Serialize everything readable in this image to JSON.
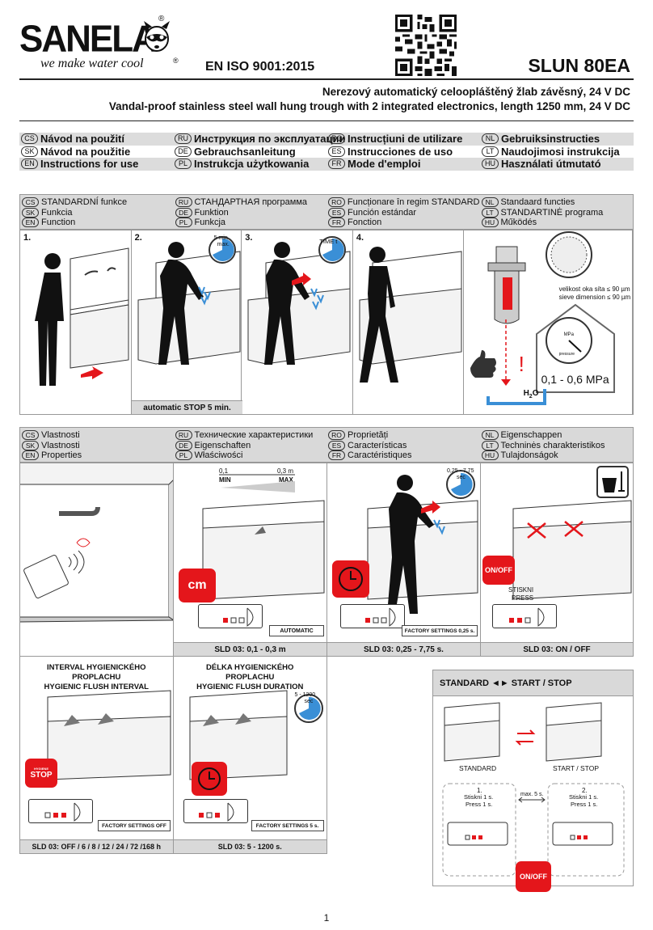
{
  "header": {
    "logo_text": "SANELA",
    "logo_tag": "we make water cool",
    "reg": "®",
    "iso": "EN ISO 9001:2015",
    "model": "SLUN 80EA",
    "sub_cs": "Nerezový automatický celoopláštěný žlab závěsný, 24 V DC",
    "sub_en": "Vandal-proof stainless steel wall hung trough with 2 integrated electronics, length 1250 mm, 24 V DC"
  },
  "languages": [
    [
      {
        "code": "CS",
        "label": "Návod na použití"
      },
      {
        "code": "RU",
        "label": "Инструкция по эксплуатации"
      },
      {
        "code": "RO",
        "label": "Instrucțiuni de utilizare"
      },
      {
        "code": "NL",
        "label": "Gebruiksinstructies"
      }
    ],
    [
      {
        "code": "SK",
        "label": "Návod na použitie"
      },
      {
        "code": "DE",
        "label": "Gebrauchsanleitung"
      },
      {
        "code": "ES",
        "label": "Instrucciones de uso"
      },
      {
        "code": "LT",
        "label": "Naudojimosi instrukcija"
      }
    ],
    [
      {
        "code": "EN",
        "label": "Instructions for use"
      },
      {
        "code": "PL",
        "label": "Instrukcja użytkowania"
      },
      {
        "code": "FR",
        "label": "Mode d'emploi"
      },
      {
        "code": "HU",
        "label": "Használati útmutató"
      }
    ]
  ],
  "function_head": [
    [
      {
        "code": "CS",
        "label": "STANDARDNÍ funkce"
      },
      {
        "code": "RU",
        "label": "СТАНДАРТНАЯ программа"
      },
      {
        "code": "RO",
        "label": "Funcționare în regim STANDARD"
      },
      {
        "code": "NL",
        "label": "Standaard functies"
      }
    ],
    [
      {
        "code": "SK",
        "label": "Funkcia"
      },
      {
        "code": "DE",
        "label": "Funktion"
      },
      {
        "code": "ES",
        "label": "Función estándar"
      },
      {
        "code": "LT",
        "label": "STANDARTINĖ programa"
      }
    ],
    [
      {
        "code": "EN",
        "label": "Function"
      },
      {
        "code": "PL",
        "label": "Funkcja"
      },
      {
        "code": "FR",
        "label": "Fonction"
      },
      {
        "code": "HU",
        "label": "Működés"
      }
    ]
  ],
  "function_panels": {
    "n1": "1.",
    "n2": "2.",
    "n3": "3.",
    "n4": "4.",
    "timer2": "5 min\nmax.",
    "timer2a": "5 min",
    "timer2b": "max.",
    "timer3": "TIME t",
    "caption": "automatic STOP 5 min.",
    "sieve_cs": "velikost oka síta ≤ 90 µm",
    "sieve_en": "sieve dimension ≤ 90 µm",
    "mpa": "MPa",
    "pressure": "pressure",
    "range": "0,1 - 0,6 MPa",
    "h2o": "H",
    "h2o_sub": "2",
    "h2o_o": "O",
    "excl": "!"
  },
  "prop_head": [
    [
      {
        "code": "CS",
        "label": "Vlastnosti"
      },
      {
        "code": "RU",
        "label": "Технические характеристики"
      },
      {
        "code": "RO",
        "label": "Proprietăți"
      },
      {
        "code": "NL",
        "label": "Eigenschappen"
      }
    ],
    [
      {
        "code": "SK",
        "label": "Vlastnosti"
      },
      {
        "code": "DE",
        "label": "Eigenschaften"
      },
      {
        "code": "ES",
        "label": "Características"
      },
      {
        "code": "LT",
        "label": "Techninės charakteristikos"
      }
    ],
    [
      {
        "code": "EN",
        "label": "Properties"
      },
      {
        "code": "PL",
        "label": "Właściwości"
      },
      {
        "code": "FR",
        "label": "Caractéristiques"
      },
      {
        "code": "HU",
        "label": "Tulajdonságok"
      }
    ]
  ],
  "prop_panels": {
    "d1": "0,1",
    "d2": "0,3 m",
    "min": "MIN",
    "max": "MAX",
    "cm": "cm",
    "automatic": "AUTOMATIC",
    "cap2": "SLD 03: 0,1 - 0,3 m",
    "t3a": "0,25 - 7,75",
    "t3b": "sec",
    "factory3": "FACTORY SETTINGS 0,25 s.",
    "cap3": "SLD 03: 0,25 - 7,75 s.",
    "onoff": "ON/OFF",
    "press1": "STISKNI",
    "press2": "PRESS",
    "cap4": "SLD 03: ON / OFF"
  },
  "interval": {
    "title1": "INTERVAL HYGIENICKÉHO",
    "title2": "PROPLACHU",
    "title3": "HYGIENIC FLUSH INTERVAL",
    "btn_small": "HYGIENE",
    "btn": "STOP",
    "factory": "FACTORY SETTINGS OFF",
    "cap": "SLD 03: OFF / 6 / 8 / 12 / 24 / 72 /168 h"
  },
  "duration": {
    "title1": "DÉLKA HYGIENICKÉHO",
    "title2": "PROPLACHU",
    "title3": "HYGIENIC FLUSH DURATION",
    "t1": "5 - 1200",
    "t2": "sec",
    "factory": "FACTORY SETTINGS 5 s.",
    "cap": "SLD 03:   5 - 1200 s."
  },
  "standard": {
    "title": "STANDARD ◄► START / STOP",
    "l1": "STANDARD",
    "l2": "START / STOP",
    "s1": "1.",
    "s2": "2.",
    "press_cs": "Stiskni 1 s.",
    "press_en": "Press 1 s.",
    "max": "max. 5 s.",
    "onoff": "ON/OFF"
  },
  "page": "1"
}
